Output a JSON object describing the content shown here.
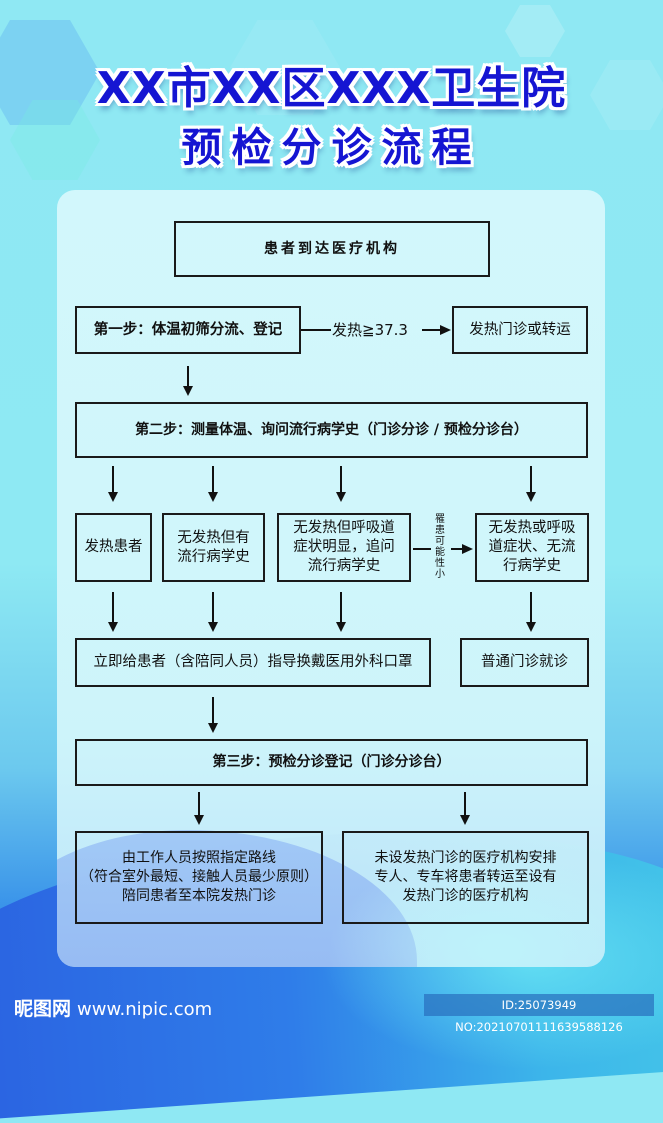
{
  "title": {
    "line1": "XX市XX区XXX卫生院",
    "line2": "预检分诊流程"
  },
  "flow": {
    "arrive": "患者到达医疗机构",
    "step1": "第一步：体温初筛分流、登记",
    "step1_condition": "发热≧37.3",
    "step1_branch": "发热门诊或转运",
    "step2": "第二步：测量体温、询问流行病学史（门诊分诊 / 预检分诊台）",
    "categories": [
      {
        "lines": [
          "发热患者"
        ]
      },
      {
        "lines": [
          "无发热但有",
          "流行病学史"
        ]
      },
      {
        "lines": [
          "无发热但呼吸道",
          "症状明显，追问",
          "流行病学史"
        ]
      },
      {
        "lines": [
          "无发热或呼吸",
          "道症状、无流",
          "行病学史"
        ]
      }
    ],
    "unlikely_label": "罹患可能性小",
    "mask_instruction": "立即给患者（含陪同人员）指导换戴医用外科口罩",
    "general_clinic": "普通门诊就诊",
    "step3": "第三步：预检分诊登记（门诊分诊台）",
    "outcome_left": [
      "由工作人员按照指定路线",
      "（符合室外最短、接触人员最少原则）",
      "陪同患者至本院发热门诊"
    ],
    "outcome_right": [
      "未设发热门诊的医疗机构安排",
      "专人、专车将患者转运至设有",
      "发热门诊的医疗机构"
    ]
  },
  "footer": {
    "logo": "昵图网",
    "url": "www.nipic.com",
    "id_text": "ID:25073949 NO:20210701111639588126"
  },
  "colors": {
    "title": "#1515d2",
    "title_outline": "#ffffff",
    "panel": "#d4f7fb",
    "border": "#1a1a1a"
  }
}
